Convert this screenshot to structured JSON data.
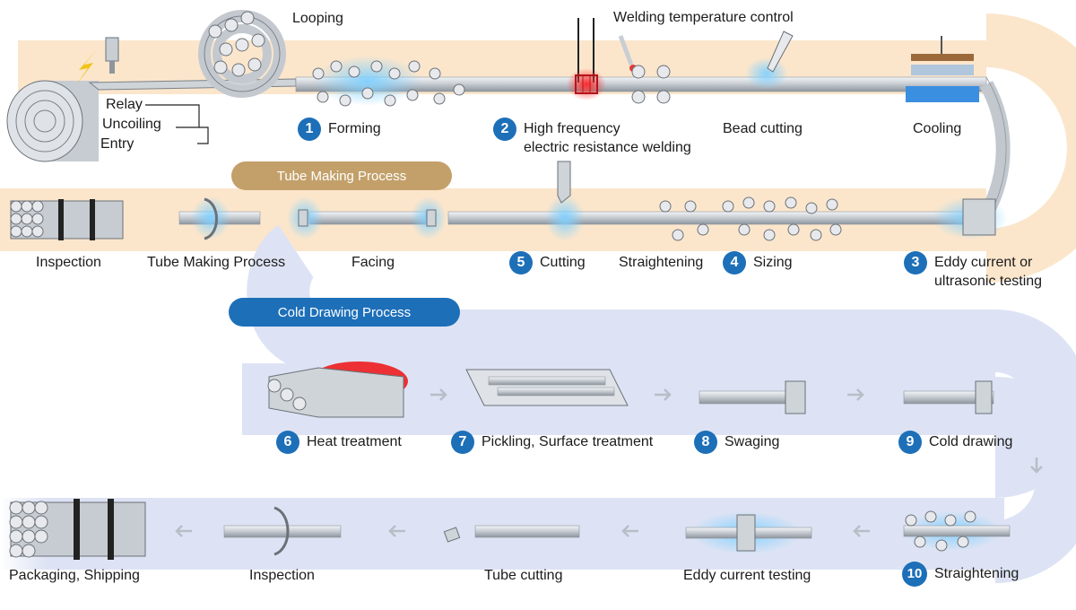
{
  "top": {
    "looping": "Looping",
    "welding_temp": "Welding temperature control",
    "relay": "Relay",
    "uncoiling": "Uncoiling",
    "entry": "Entry"
  },
  "steps": {
    "s1": {
      "num": "1",
      "label": "Forming"
    },
    "s2": {
      "num": "2",
      "label_line1": "High frequency",
      "label_line2": "electric resistance welding"
    },
    "bead": "Bead cutting",
    "cooling": "Cooling",
    "s3": {
      "num": "3",
      "label_line1": "Eddy current or",
      "label_line2": "ultrasonic testing"
    },
    "s4": {
      "num": "4",
      "label": "Sizing"
    },
    "straightening_top": "Straightening",
    "s5": {
      "num": "5",
      "label": "Cutting"
    },
    "facing": "Facing",
    "tube_making_label": "Tube Making Process",
    "inspection_top": "Inspection",
    "s6": {
      "num": "6",
      "label": "Heat treatment"
    },
    "s7": {
      "num": "7",
      "label": "Pickling, Surface treatment"
    },
    "s8": {
      "num": "8",
      "label": "Swaging"
    },
    "s9": {
      "num": "9",
      "label": "Cold drawing"
    },
    "s10": {
      "num": "10",
      "label": "Straightening"
    },
    "eddy_bottom": "Eddy current testing",
    "tube_cutting": "Tube cutting",
    "inspection_bottom": "Inspection",
    "packaging": "Packaging, Shipping"
  },
  "banners": {
    "tube_making": "Tube Making Process",
    "cold_drawing": "Cold Drawing Process"
  },
  "colors": {
    "tube_band": "#fbe6cc",
    "cold_band": "#dde3f4",
    "accent": "#1d6fb8",
    "banner_tan": "#c3a06a"
  }
}
